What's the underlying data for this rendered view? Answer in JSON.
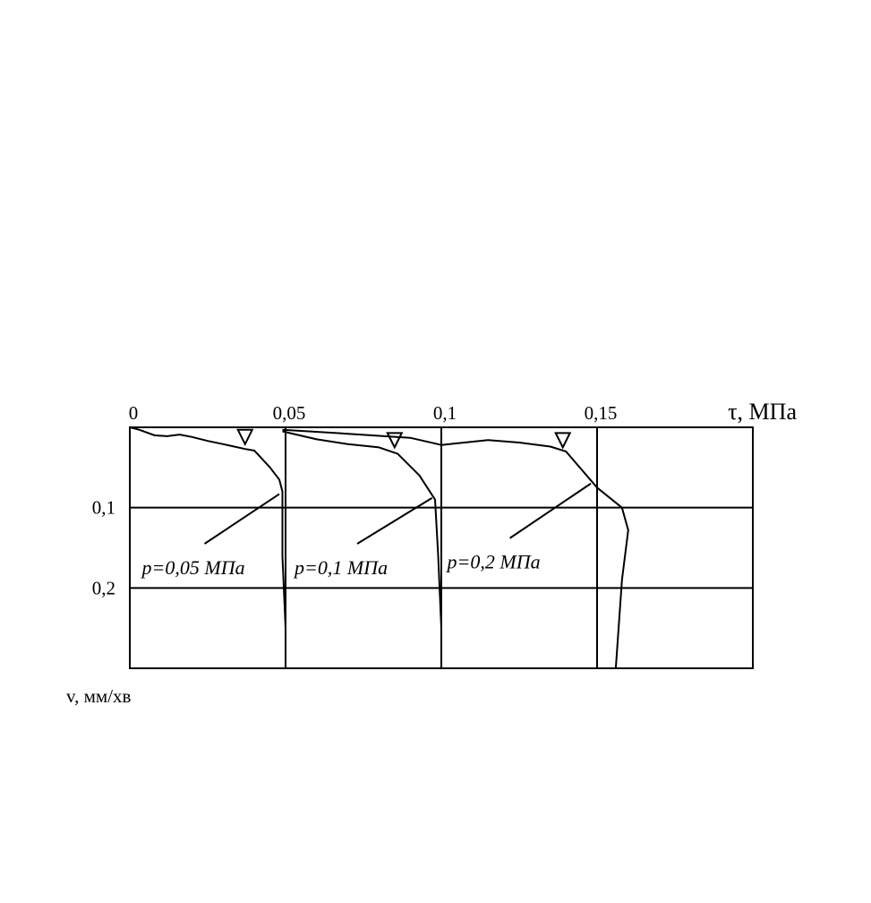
{
  "chart_data": {
    "type": "line",
    "xlabel": "τ, МПа",
    "ylabel": "v, мм/хв",
    "xlim": [
      0,
      0.2
    ],
    "ylim": [
      0,
      0.3
    ],
    "x_axis_position": "top",
    "y_axis_inverted": true,
    "grid": true,
    "x_ticks": [
      {
        "value": 0,
        "label": "0"
      },
      {
        "value": 0.05,
        "label": "0,05"
      },
      {
        "value": 0.1,
        "label": "0,1"
      },
      {
        "value": 0.15,
        "label": "0,15"
      }
    ],
    "y_ticks": [
      {
        "value": 0.1,
        "label": "0,1"
      },
      {
        "value": 0.2,
        "label": "0,2"
      }
    ],
    "series": [
      {
        "name": "p=0,05 МПа",
        "points": [
          [
            0,
            0.0
          ],
          [
            0.003,
            0.003
          ],
          [
            0.008,
            0.01
          ],
          [
            0.012,
            0.011
          ],
          [
            0.016,
            0.009
          ],
          [
            0.02,
            0.012
          ],
          [
            0.025,
            0.017
          ],
          [
            0.03,
            0.021
          ],
          [
            0.037,
            0.027
          ],
          [
            0.04,
            0.029
          ],
          [
            0.045,
            0.05
          ],
          [
            0.048,
            0.065
          ],
          [
            0.049,
            0.08
          ],
          [
            0.049,
            0.16
          ],
          [
            0.05,
            0.25
          ]
        ],
        "marker": {
          "x": 0.037,
          "y": 0.012
        },
        "leader": {
          "from": [
            0.048,
            0.083
          ],
          "to": [
            0.024,
            0.145
          ]
        }
      },
      {
        "name": "p=0,1 МПа",
        "points": [
          [
            0.049,
            0.005
          ],
          [
            0.06,
            0.015
          ],
          [
            0.07,
            0.021
          ],
          [
            0.08,
            0.025
          ],
          [
            0.086,
            0.033
          ],
          [
            0.093,
            0.06
          ],
          [
            0.098,
            0.09
          ],
          [
            0.099,
            0.16
          ],
          [
            0.1,
            0.25
          ]
        ],
        "marker": {
          "x": 0.085,
          "y": 0.016
        },
        "leader": {
          "from": [
            0.097,
            0.088
          ],
          "to": [
            0.073,
            0.145
          ]
        }
      },
      {
        "name": "p=0,2 МПа",
        "points": [
          [
            0.049,
            0.003
          ],
          [
            0.07,
            0.008
          ],
          [
            0.09,
            0.013
          ],
          [
            0.1,
            0.022
          ],
          [
            0.115,
            0.016
          ],
          [
            0.125,
            0.019
          ],
          [
            0.135,
            0.024
          ],
          [
            0.14,
            0.03
          ],
          [
            0.15,
            0.075
          ],
          [
            0.158,
            0.1
          ],
          [
            0.16,
            0.128
          ],
          [
            0.158,
            0.19
          ],
          [
            0.156,
            0.3
          ]
        ],
        "marker": {
          "x": 0.139,
          "y": 0.016
        },
        "leader": {
          "from": [
            0.148,
            0.07
          ],
          "to": [
            0.122,
            0.138
          ]
        }
      }
    ]
  }
}
